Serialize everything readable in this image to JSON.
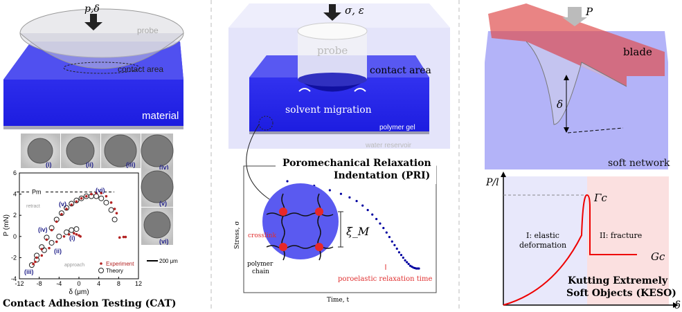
{
  "cat": {
    "load_label": "p,δ",
    "probe_label": "probe",
    "contact_label": "contact area",
    "material_label": "material",
    "frames": [
      "(i)",
      "(ii)",
      "(iii)",
      "(iv)",
      "(v)",
      "(vi)"
    ],
    "scale_bar": "200 μm",
    "title": "Contact Adhesion Testing (CAT)"
  },
  "pri": {
    "load_label": "σ, ε",
    "probe_label": "probe",
    "contact_label": "contact area",
    "solvent_label": "solvent migration",
    "gel_label": "polymer gel",
    "reservoir_label": "water reservoir",
    "title_line1": "Poromechanical Relaxation",
    "title_line2": "Indentation (PRI)",
    "crosslink_label": "crosslink",
    "chain_label_1": "polymer",
    "chain_label_2": "chain",
    "mesh_label": "ξ_M",
    "relax_label": "poroelastic relaxation time",
    "ylabel": "Stress, σ",
    "xlabel": "Time, t"
  },
  "keso": {
    "load_label": "P",
    "blade_label": "blade",
    "depth_label": "δ",
    "network_label": "soft network",
    "ylabel": "P/l",
    "xlabel": "δ",
    "peak_label": "Γc",
    "plateau_label": "Gc",
    "region1_line1": "I: elastic",
    "region1_line2": "deformation",
    "region2": "II: fracture",
    "title_line1": "Kutting Extremely",
    "title_line2": "Soft Objects (KESO)"
  },
  "chart_data": [
    {
      "type": "scatter",
      "title": "Contact Adhesion Testing (CAT)",
      "xlabel": "δ (μm)",
      "ylabel": "P (mN)",
      "xlim": [
        -12,
        12
      ],
      "ylim": [
        -4,
        6
      ],
      "xticks": [
        "-12",
        "-8",
        "-4",
        "0",
        "4",
        "8",
        "12"
      ],
      "yticks": [
        "-4",
        "-2",
        "0",
        "2",
        "4",
        "6"
      ],
      "hline_label": "Pm",
      "hline_value": 4.2,
      "annotations": [
        "retract",
        "approach",
        "(i)",
        "(ii)",
        "(iii)",
        "(iv)",
        "(v)",
        "(vi)"
      ],
      "legend": [
        "Experiment",
        "Theory"
      ],
      "legend_position": "bottom-right",
      "series": [
        {
          "name": "Experiment",
          "color": "#b22222",
          "x": [
            -9.2,
            -8.5,
            -7.5,
            -6.5,
            -5.5,
            -4.5,
            -3.5,
            -2.5,
            -1.5,
            -0.5,
            0.5,
            1.5,
            2.5,
            3.5,
            4.5,
            5.5,
            6.5,
            7.2,
            7.6,
            8.2,
            9.0,
            9.4,
            -8.8,
            -7.5,
            -6,
            -4.5,
            -3,
            -2,
            -1,
            -0.5,
            0,
            0.3
          ],
          "y": [
            -2.6,
            -2.0,
            -1.2,
            -0.3,
            0.6,
            1.4,
            2.1,
            2.6,
            3.0,
            3.3,
            3.6,
            3.8,
            4.0,
            4.1,
            4.1,
            3.8,
            3.2,
            2.6,
            2.2,
            -0.1,
            -0.05,
            -0.05,
            -2.4,
            -1.8,
            -1.1,
            -0.5,
            0,
            0.2,
            0.3,
            0.2,
            0.1,
            0
          ]
        },
        {
          "name": "Theory",
          "color": "#222222",
          "x": [
            -9.5,
            -8.5,
            -7.5,
            -6.5,
            -5.5,
            -4.5,
            -3.5,
            -2.5,
            -1.5,
            -0.5,
            0.5,
            1.5,
            2.5,
            3.5,
            4.5,
            5.5,
            6.5,
            7.2,
            -8.5,
            -7,
            -5.5,
            -4,
            -2.5,
            -1.5,
            -0.5
          ],
          "y": [
            -2.7,
            -1.8,
            -1.0,
            -0.1,
            0.8,
            1.6,
            2.2,
            2.7,
            3.1,
            3.4,
            3.6,
            3.8,
            3.8,
            3.8,
            3.6,
            3.2,
            2.5,
            1.6,
            -2.2,
            -1.3,
            -0.6,
            0,
            0.4,
            0.6,
            0.7
          ]
        }
      ]
    },
    {
      "type": "scatter",
      "title": "Poromechanical Relaxation Indentation (PRI)",
      "xlabel": "Time, t",
      "ylabel": "Stress, σ",
      "xscale": "log",
      "series": [
        {
          "name": "stress",
          "color": "#0000a0",
          "x": [
            1,
            2,
            3,
            4,
            5,
            6,
            7,
            8,
            9,
            10,
            11,
            12,
            13,
            14,
            15,
            16,
            17,
            18,
            19,
            20,
            21,
            22,
            23,
            24,
            25,
            26,
            27,
            28,
            29,
            30
          ],
          "y": [
            1.0,
            0.95,
            0.9,
            0.86,
            0.82,
            0.78,
            0.73,
            0.68,
            0.63,
            0.58,
            0.53,
            0.48,
            0.43,
            0.38,
            0.33,
            0.29,
            0.25,
            0.21,
            0.18,
            0.15,
            0.12,
            0.1,
            0.08,
            0.06,
            0.05,
            0.04,
            0.035,
            0.03,
            0.03,
            0.03
          ]
        }
      ]
    }
  ]
}
